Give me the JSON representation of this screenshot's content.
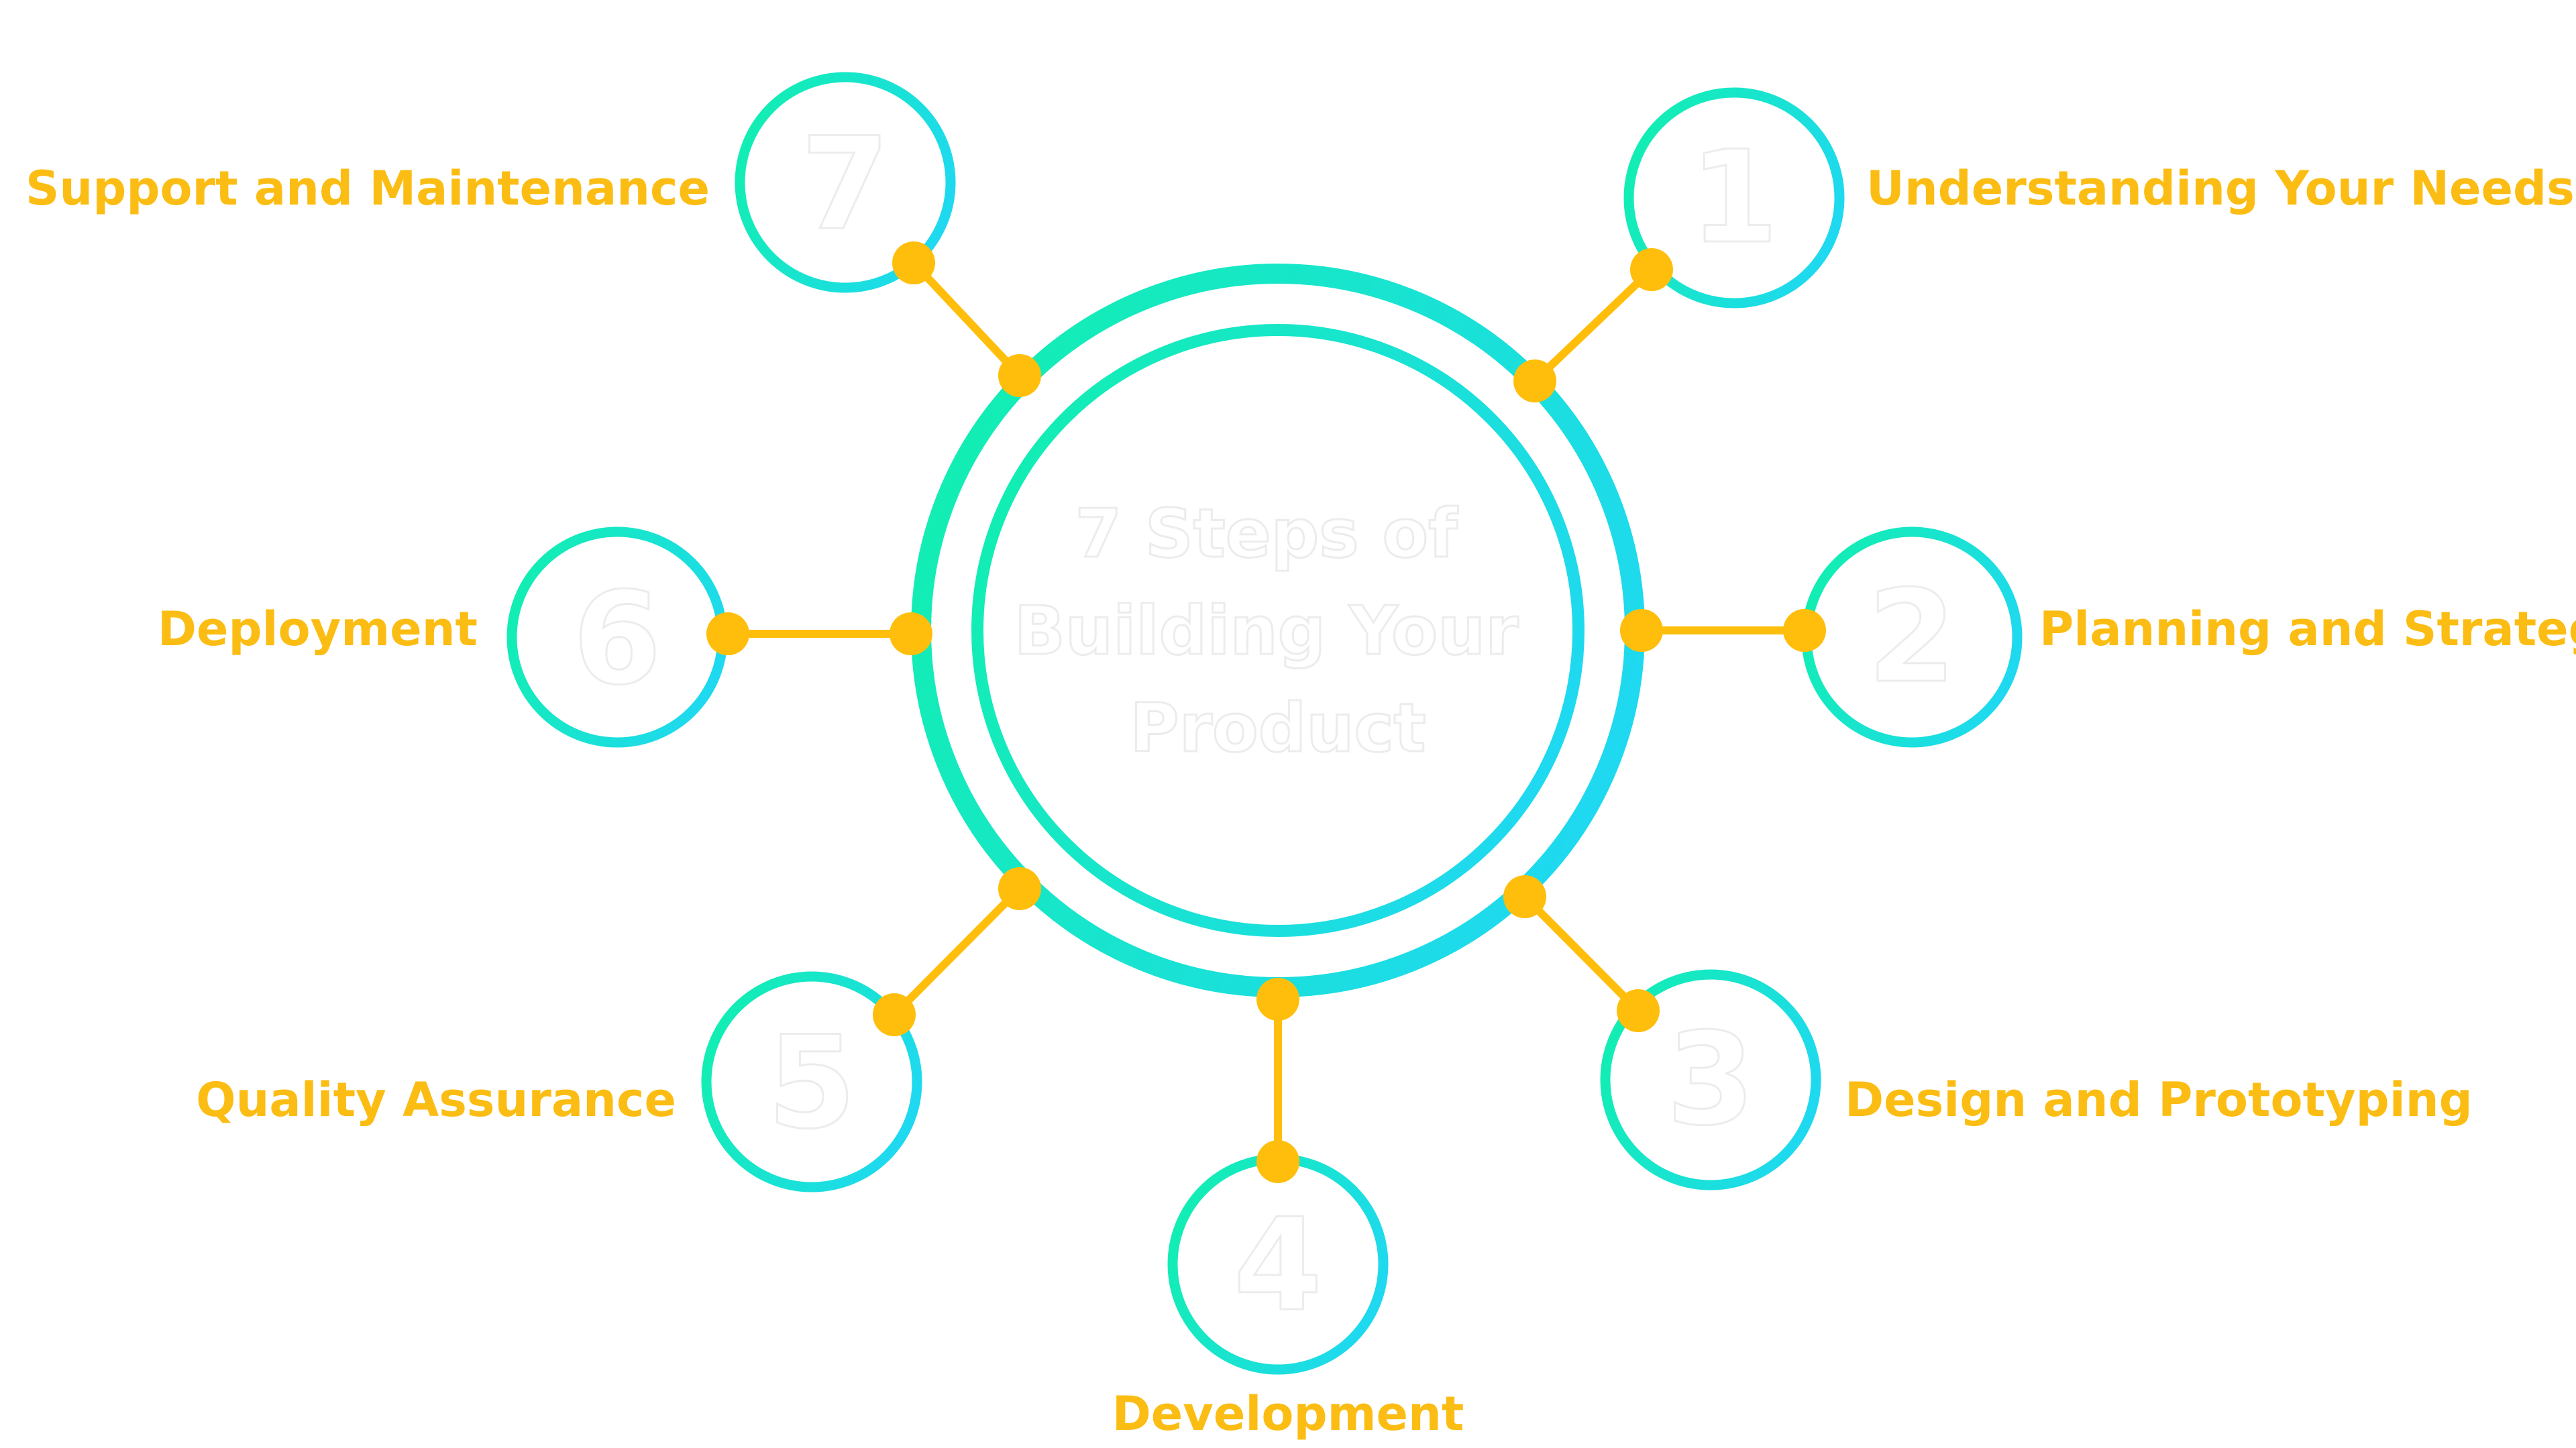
{
  "title_lines": [
    "7 Steps of",
    "Building Your",
    "Product"
  ],
  "steps": [
    {
      "number": "1",
      "label": "Understanding Your Needs"
    },
    {
      "number": "2",
      "label": "Planning and Strategy"
    },
    {
      "number": "3",
      "label": "Design and Prototyping"
    },
    {
      "number": "4",
      "label": "Development"
    },
    {
      "number": "5",
      "label": "Quality Assurance"
    },
    {
      "number": "6",
      "label": "Deployment"
    },
    {
      "number": "7",
      "label": "Support and Maintenance"
    }
  ],
  "colors": {
    "gradient_start": "#12eeb2",
    "gradient_end": "#1fd8f2",
    "accent": "#ffbe0b",
    "label": "#fbbd13"
  }
}
